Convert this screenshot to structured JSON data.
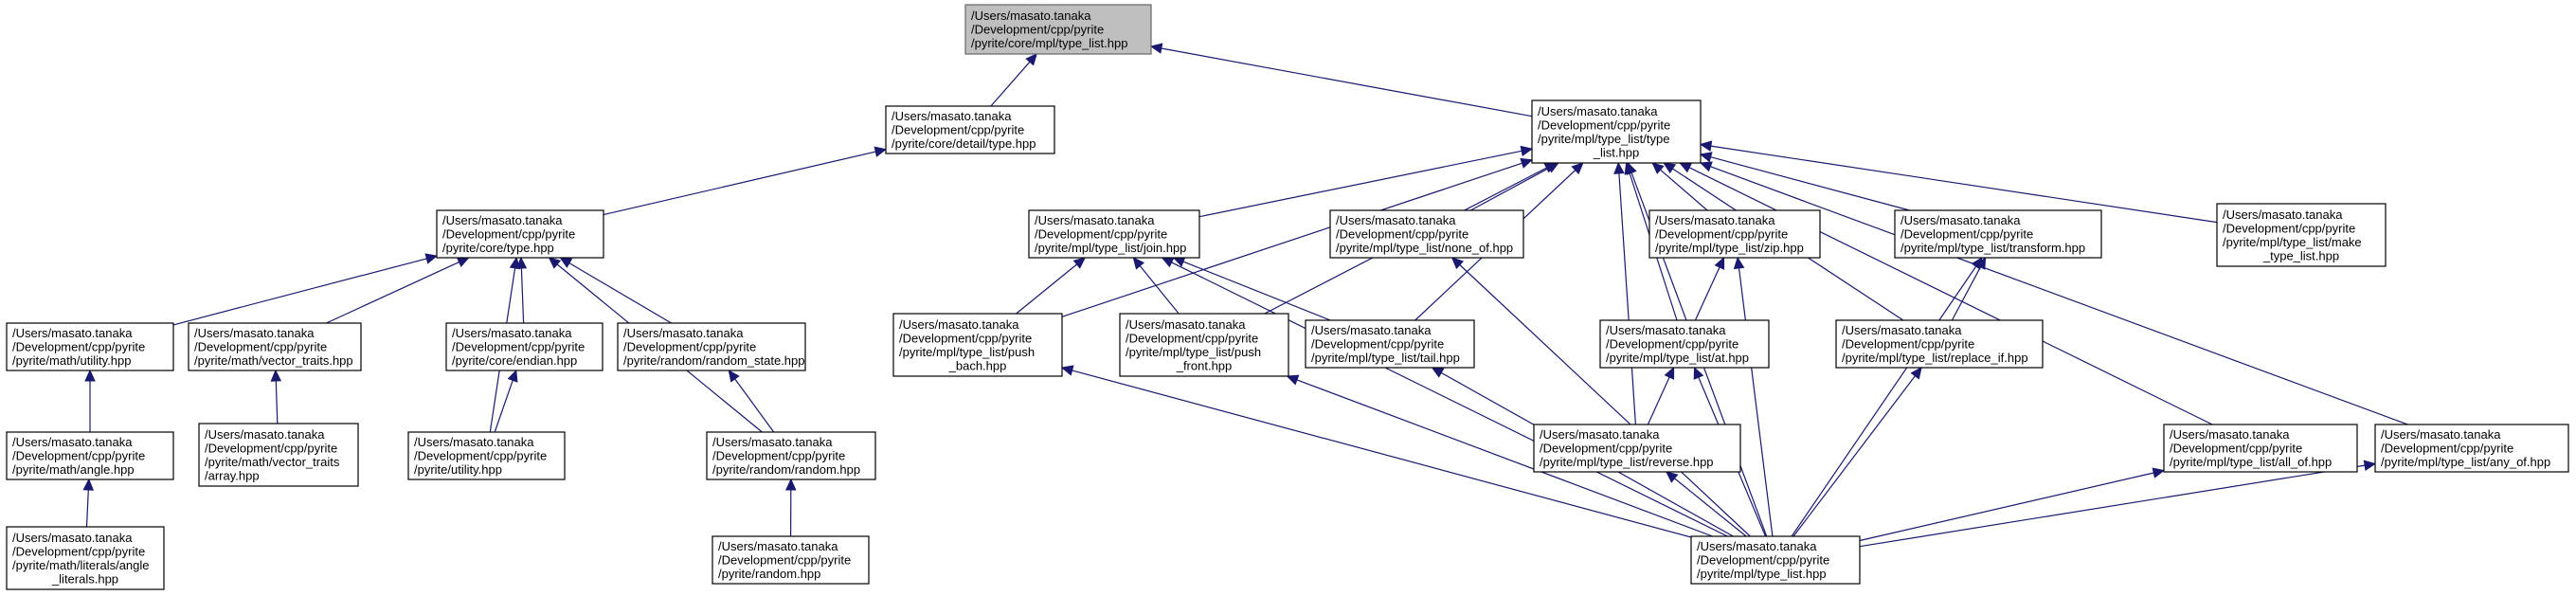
{
  "graph": {
    "edge_color": "#191970",
    "root_fill": "#bfbfbf",
    "nodes": [
      {
        "id": "core_type_list",
        "lines": [
          "/Users/masato.tanaka",
          "/Development/cpp/pyrite",
          "/pyrite/core/mpl/type_list.hpp"
        ]
      },
      {
        "id": "detail_type",
        "lines": [
          "/Users/masato.tanaka",
          "/Development/cpp/pyrite",
          "/pyrite/core/detail/type.hpp"
        ]
      },
      {
        "id": "mpl_type_list_type_list",
        "lines": [
          "/Users/masato.tanaka",
          "/Development/cpp/pyrite",
          "/pyrite/mpl/type_list/type",
          "_list.hpp"
        ]
      },
      {
        "id": "core_type",
        "lines": [
          "/Users/masato.tanaka",
          "/Development/cpp/pyrite",
          "/pyrite/core/type.hpp"
        ]
      },
      {
        "id": "math_utility",
        "lines": [
          "/Users/masato.tanaka",
          "/Development/cpp/pyrite",
          "/pyrite/math/utility.hpp"
        ]
      },
      {
        "id": "vector_traits",
        "lines": [
          "/Users/masato.tanaka",
          "/Development/cpp/pyrite",
          "/pyrite/math/vector_traits.hpp"
        ]
      },
      {
        "id": "endian",
        "lines": [
          "/Users/masato.tanaka",
          "/Development/cpp/pyrite",
          "/pyrite/core/endian.hpp"
        ]
      },
      {
        "id": "random_state",
        "lines": [
          "/Users/masato.tanaka",
          "/Development/cpp/pyrite",
          "/pyrite/random/random_state.hpp"
        ]
      },
      {
        "id": "angle",
        "lines": [
          "/Users/masato.tanaka",
          "/Development/cpp/pyrite",
          "/pyrite/math/angle.hpp"
        ]
      },
      {
        "id": "vt_array",
        "lines": [
          "/Users/masato.tanaka",
          "/Development/cpp/pyrite",
          "/pyrite/math/vector_traits",
          "/array.hpp"
        ]
      },
      {
        "id": "pyrite_utility",
        "lines": [
          "/Users/masato.tanaka",
          "/Development/cpp/pyrite",
          "/pyrite/utility.hpp"
        ]
      },
      {
        "id": "random_random",
        "lines": [
          "/Users/masato.tanaka",
          "/Development/cpp/pyrite",
          "/pyrite/random/random.hpp"
        ]
      },
      {
        "id": "angle_literals",
        "lines": [
          "/Users/masato.tanaka",
          "/Development/cpp/pyrite",
          "/pyrite/math/literals/angle",
          "_literals.hpp"
        ]
      },
      {
        "id": "pyrite_random",
        "lines": [
          "/Users/masato.tanaka",
          "/Development/cpp/pyrite",
          "/pyrite/random.hpp"
        ]
      },
      {
        "id": "join",
        "lines": [
          "/Users/masato.tanaka",
          "/Development/cpp/pyrite",
          "/pyrite/mpl/type_list/join.hpp"
        ]
      },
      {
        "id": "none_of",
        "lines": [
          "/Users/masato.tanaka",
          "/Development/cpp/pyrite",
          "/pyrite/mpl/type_list/none_of.hpp"
        ]
      },
      {
        "id": "zip",
        "lines": [
          "/Users/masato.tanaka",
          "/Development/cpp/pyrite",
          "/pyrite/mpl/type_list/zip.hpp"
        ]
      },
      {
        "id": "transform",
        "lines": [
          "/Users/masato.tanaka",
          "/Development/cpp/pyrite",
          "/pyrite/mpl/type_list/transform.hpp"
        ]
      },
      {
        "id": "make_type_list",
        "lines": [
          "/Users/masato.tanaka",
          "/Development/cpp/pyrite",
          "/pyrite/mpl/type_list/make",
          "_type_list.hpp"
        ]
      },
      {
        "id": "push_bach",
        "lines": [
          "/Users/masato.tanaka",
          "/Development/cpp/pyrite",
          "/pyrite/mpl/type_list/push",
          "_bach.hpp"
        ]
      },
      {
        "id": "push_front",
        "lines": [
          "/Users/masato.tanaka",
          "/Development/cpp/pyrite",
          "/pyrite/mpl/type_list/push",
          "_front.hpp"
        ]
      },
      {
        "id": "tail",
        "lines": [
          "/Users/masato.tanaka",
          "/Development/cpp/pyrite",
          "/pyrite/mpl/type_list/tail.hpp"
        ]
      },
      {
        "id": "at",
        "lines": [
          "/Users/masato.tanaka",
          "/Development/cpp/pyrite",
          "/pyrite/mpl/type_list/at.hpp"
        ]
      },
      {
        "id": "replace_if",
        "lines": [
          "/Users/masato.tanaka",
          "/Development/cpp/pyrite",
          "/pyrite/mpl/type_list/replace_if.hpp"
        ]
      },
      {
        "id": "reverse",
        "lines": [
          "/Users/masato.tanaka",
          "/Development/cpp/pyrite",
          "/pyrite/mpl/type_list/reverse.hpp"
        ]
      },
      {
        "id": "all_of",
        "lines": [
          "/Users/masato.tanaka",
          "/Development/cpp/pyrite",
          "/pyrite/mpl/type_list/all_of.hpp"
        ]
      },
      {
        "id": "any_of",
        "lines": [
          "/Users/masato.tanaka",
          "/Development/cpp/pyrite",
          "/pyrite/mpl/type_list/any_of.hpp"
        ]
      },
      {
        "id": "mpl_type_list",
        "lines": [
          "/Users/masato.tanaka",
          "/Development/cpp/pyrite",
          "/pyrite/mpl/type_list.hpp"
        ]
      }
    ],
    "edges": [
      {
        "from": "detail_type",
        "to": "core_type_list"
      },
      {
        "from": "mpl_type_list_type_list",
        "to": "core_type_list"
      },
      {
        "from": "core_type",
        "to": "detail_type"
      },
      {
        "from": "math_utility",
        "to": "core_type"
      },
      {
        "from": "vector_traits",
        "to": "core_type"
      },
      {
        "from": "endian",
        "to": "core_type"
      },
      {
        "from": "random_state",
        "to": "core_type"
      },
      {
        "from": "pyrite_utility",
        "to": "core_type"
      },
      {
        "from": "random_random",
        "to": "core_type"
      },
      {
        "from": "angle",
        "to": "math_utility"
      },
      {
        "from": "vt_array",
        "to": "vector_traits"
      },
      {
        "from": "pyrite_utility",
        "to": "endian"
      },
      {
        "from": "random_random",
        "to": "random_state"
      },
      {
        "from": "angle_literals",
        "to": "angle"
      },
      {
        "from": "pyrite_random",
        "to": "random_random"
      },
      {
        "from": "join",
        "to": "mpl_type_list_type_list"
      },
      {
        "from": "none_of",
        "to": "mpl_type_list_type_list"
      },
      {
        "from": "zip",
        "to": "mpl_type_list_type_list"
      },
      {
        "from": "transform",
        "to": "mpl_type_list_type_list"
      },
      {
        "from": "make_type_list",
        "to": "mpl_type_list_type_list"
      },
      {
        "from": "push_bach",
        "to": "mpl_type_list_type_list"
      },
      {
        "from": "push_front",
        "to": "mpl_type_list_type_list"
      },
      {
        "from": "tail",
        "to": "mpl_type_list_type_list"
      },
      {
        "from": "at",
        "to": "mpl_type_list_type_list"
      },
      {
        "from": "replace_if",
        "to": "mpl_type_list_type_list"
      },
      {
        "from": "reverse",
        "to": "mpl_type_list_type_list"
      },
      {
        "from": "all_of",
        "to": "mpl_type_list_type_list"
      },
      {
        "from": "any_of",
        "to": "mpl_type_list_type_list"
      },
      {
        "from": "mpl_type_list",
        "to": "mpl_type_list_type_list"
      },
      {
        "from": "push_bach",
        "to": "join"
      },
      {
        "from": "push_front",
        "to": "join"
      },
      {
        "from": "tail",
        "to": "join"
      },
      {
        "from": "mpl_type_list",
        "to": "join"
      },
      {
        "from": "at",
        "to": "zip"
      },
      {
        "from": "mpl_type_list",
        "to": "zip"
      },
      {
        "from": "replace_if",
        "to": "transform"
      },
      {
        "from": "mpl_type_list",
        "to": "transform"
      },
      {
        "from": "reverse",
        "to": "at"
      },
      {
        "from": "mpl_type_list",
        "to": "at"
      },
      {
        "from": "mpl_type_list",
        "to": "push_bach"
      },
      {
        "from": "mpl_type_list",
        "to": "push_front"
      },
      {
        "from": "mpl_type_list",
        "to": "tail"
      },
      {
        "from": "mpl_type_list",
        "to": "none_of"
      },
      {
        "from": "mpl_type_list",
        "to": "replace_if"
      },
      {
        "from": "mpl_type_list",
        "to": "reverse"
      },
      {
        "from": "mpl_type_list",
        "to": "all_of"
      },
      {
        "from": "mpl_type_list",
        "to": "any_of"
      }
    ]
  }
}
